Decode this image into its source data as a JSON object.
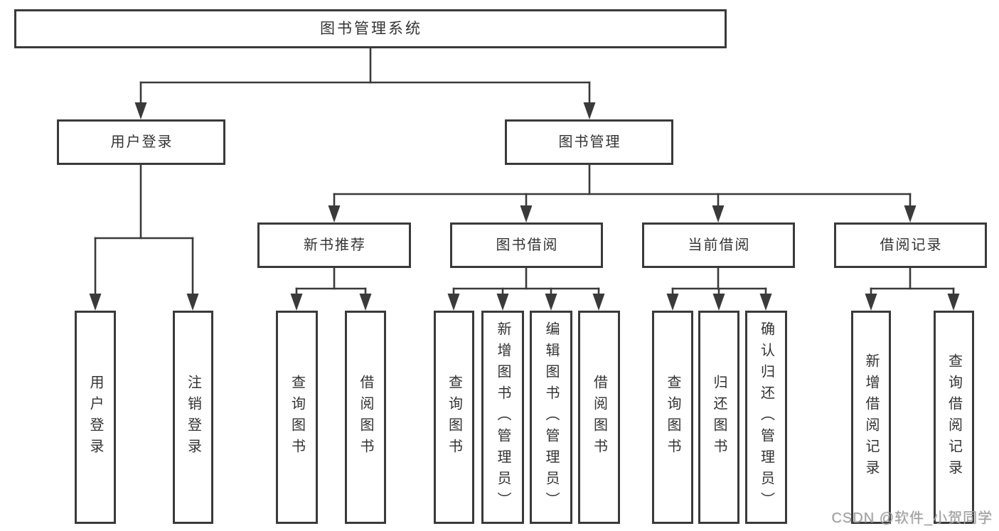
{
  "diagram": {
    "title": "图书管理系统",
    "type": "functional-structure-tree"
  },
  "nodes": {
    "root": {
      "label": "图书管理系统"
    },
    "user_login": {
      "label": "用户登录"
    },
    "book_mgmt": {
      "label": "图书管理"
    },
    "new_book_rec": {
      "label": "新书推荐"
    },
    "book_borrow": {
      "label": "图书借阅"
    },
    "current_borrow": {
      "label": "当前借阅"
    },
    "borrow_records": {
      "label": "借阅记录"
    },
    "leaf_user_login": {
      "label": "用户登录"
    },
    "leaf_logout": {
      "label": "注销登录"
    },
    "rec_query_books": {
      "label": "查询图书"
    },
    "rec_borrow_books": {
      "label": "借阅图书"
    },
    "bb_query_books": {
      "label": "查询图书"
    },
    "bb_add_books": {
      "label": "新增图书（管理员）"
    },
    "bb_edit_books": {
      "label": "编辑图书（管理员）"
    },
    "bb_borrow_books": {
      "label": "借阅图书"
    },
    "cb_query_books": {
      "label": "查询图书"
    },
    "cb_return_books": {
      "label": "归还图书"
    },
    "cb_confirm_return": {
      "label": "确认归还（管理员）"
    },
    "br_add_record": {
      "label": "新增借阅记录"
    },
    "br_query_record": {
      "label": "查询借阅记录"
    }
  },
  "hierarchy": {
    "root": [
      "user_login",
      "book_mgmt"
    ],
    "user_login": [
      "leaf_user_login",
      "leaf_logout"
    ],
    "book_mgmt": [
      "new_book_rec",
      "book_borrow",
      "current_borrow",
      "borrow_records"
    ],
    "new_book_rec": [
      "rec_query_books",
      "rec_borrow_books"
    ],
    "book_borrow": [
      "bb_query_books",
      "bb_add_books",
      "bb_edit_books",
      "bb_borrow_books"
    ],
    "current_borrow": [
      "cb_query_books",
      "cb_return_books",
      "cb_confirm_return"
    ],
    "borrow_records": [
      "br_add_record",
      "br_query_record"
    ]
  },
  "watermark": {
    "text": "CSDN @软件_小贺同学"
  },
  "colors": {
    "line": "#3a3a3a",
    "text": "#333333",
    "watermark": "#9e9e9e",
    "background": "#ffffff"
  }
}
